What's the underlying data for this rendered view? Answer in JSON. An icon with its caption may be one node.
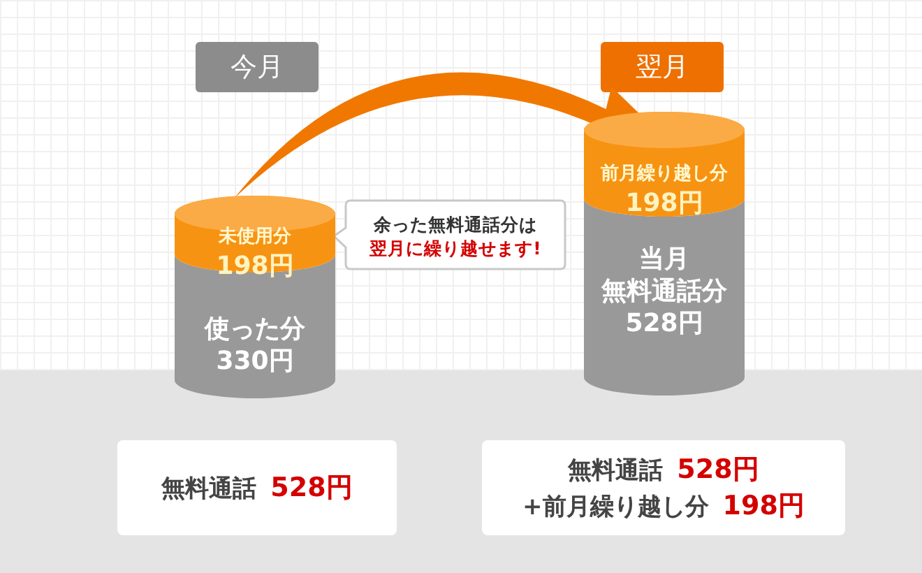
{
  "diagram": {
    "nodes": [
      {
        "text": [
          "今月"
        ]
      },
      {
        "text": [
          "翌月"
        ]
      },
      {
        "text": [
          "未使用分",
          "198円"
        ]
      },
      {
        "text": [
          "使った分",
          "330円"
        ]
      },
      {
        "text": [
          "余った無料通話分は",
          "翌月に繰り越せます!"
        ]
      },
      {
        "text": [
          "前月繰り越し分",
          "198円"
        ]
      },
      {
        "text": [
          "当月",
          "無料通話分",
          "528円"
        ]
      },
      {
        "text": [
          "無料通話",
          "528円"
        ]
      },
      {
        "text": [
          "無料通話",
          "528円",
          "+前月繰り越し分",
          "198円"
        ]
      }
    ],
    "edges": [
      {
        "from": 2,
        "to": 5,
        "arrow": "to"
      }
    ]
  }
}
